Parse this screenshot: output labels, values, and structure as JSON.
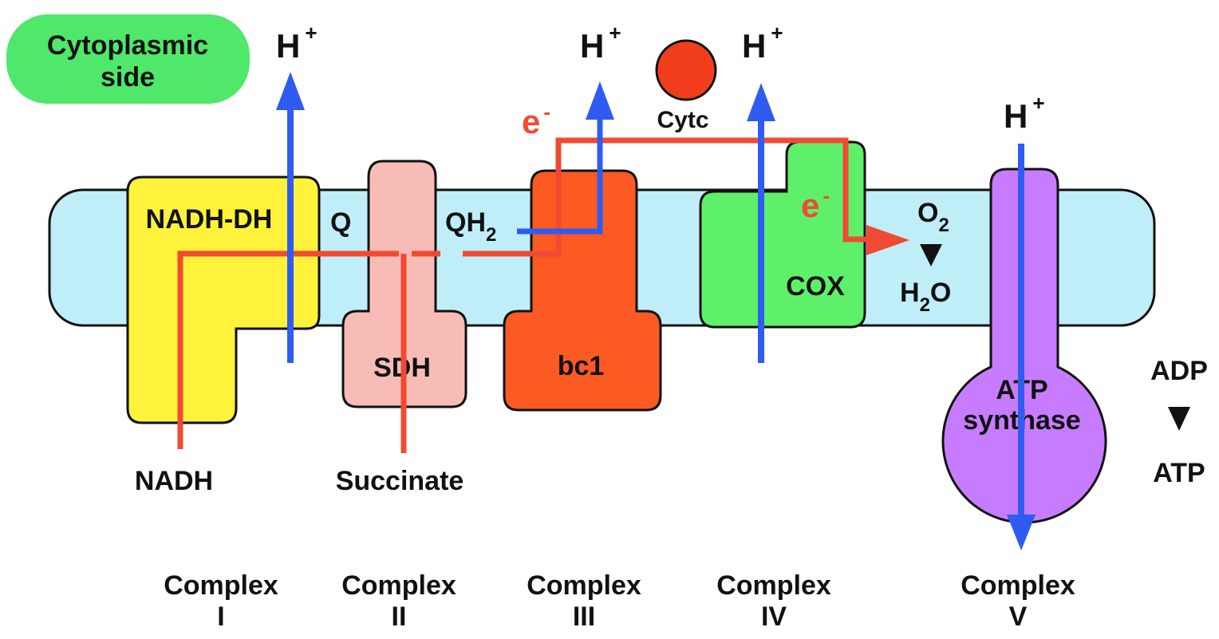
{
  "colors": {
    "membrane": "#bfeef8",
    "nadh_dh": "#fff23a",
    "sdh": "#f8bcb6",
    "bc1": "#fb5a22",
    "cox": "#5ef06a",
    "atp_synthase": "#c77cff",
    "cytoplasmic": "#4fe86a",
    "cytc": "#f23d1c",
    "proton_arrow": "#2f5cf0",
    "electron_path": "#f04a32"
  },
  "side_label": {
    "line1": "Cytoplasmic",
    "line2": "side"
  },
  "protons": {
    "symbol": "H",
    "charge": "+"
  },
  "electron": {
    "symbol": "e",
    "charge": "-"
  },
  "cytc_label": "Cytc",
  "enzymes": {
    "nadh_dh": "NADH-DH",
    "sdh": "SDH",
    "bc1": "bc1",
    "cox": "COX",
    "atp_synthase_line1": "ATP",
    "atp_synthase_line2": "synthase"
  },
  "quinones": {
    "q": "Q",
    "qh": "QH",
    "qh_sub": "2"
  },
  "oxygen": {
    "o": "O",
    "o_sub": "2",
    "h": "H",
    "h_sub": "2",
    "o_tail": "O"
  },
  "substrates": {
    "nadh": "NADH",
    "succinate": "Succinate"
  },
  "adp_atp": {
    "adp": "ADP",
    "atp": "ATP"
  },
  "complexes": [
    {
      "word": "Complex",
      "numeral": "I"
    },
    {
      "word": "Complex",
      "numeral": "II"
    },
    {
      "word": "Complex",
      "numeral": "III"
    },
    {
      "word": "Complex",
      "numeral": "IV"
    },
    {
      "word": "Complex",
      "numeral": "V"
    }
  ]
}
